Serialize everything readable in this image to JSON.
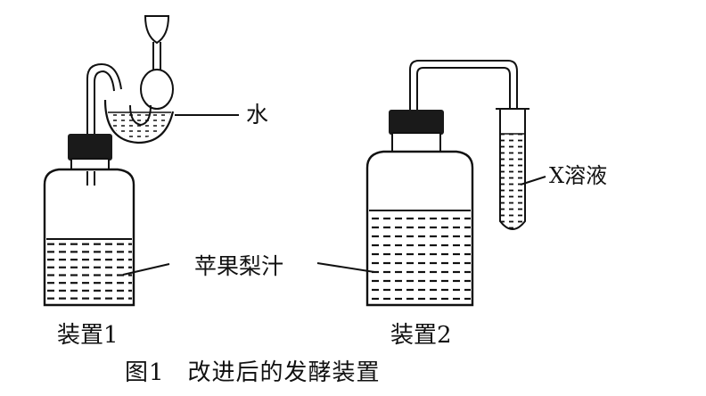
{
  "labels": {
    "water": "水",
    "x_solution": "X溶液",
    "apple_pear_juice": "苹果梨汁",
    "device_1": "装置1",
    "device_2": "装置2"
  },
  "caption": {
    "number": "图1",
    "text": "改进后的发酵装置"
  },
  "colors": {
    "ink": "#111111",
    "cap_fill": "#1a1a1a",
    "background": "#ffffff"
  }
}
